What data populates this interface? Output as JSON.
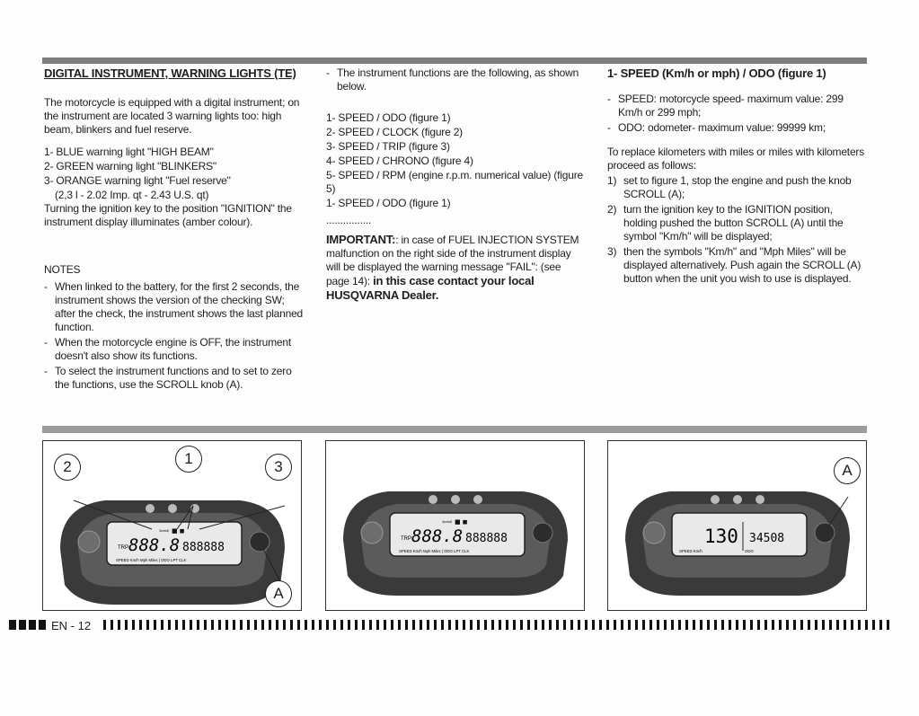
{
  "col1": {
    "heading": "DIGITAL INSTRUMENT, WARNING LIGHTS (TE)",
    "intro": "The motorcycle is equipped with a digital instrument; on the instrument are located 3 warning lights too: high beam, blinkers and fuel reserve.",
    "lights": [
      "1- BLUE warning light \"HIGH BEAM\"",
      "2- GREEN warning light \"BLINKERS\"",
      "3- ORANGE warning light \"Fuel reserve\""
    ],
    "fuel_qty": "(2,3 l - 2.02 Imp. qt - 2.43 U.S. qt)",
    "ignition": "Turning the ignition key to the position \"IGNITION\" the instrument display illuminates (amber colour).",
    "notes_title": "NOTES",
    "notes": [
      "When linked to the battery, for the first 2 seconds, the instrument shows the version of the checking SW; after the check, the instrument shows the last planned function.",
      "When the motorcycle engine is OFF, the instrument doesn't also show its functions.",
      "To select the instrument functions and to set to zero the functions, use the SCROLL knob (A)."
    ]
  },
  "col2": {
    "intro": "The instrument functions are the following, as shown below.",
    "functions": [
      "1- SPEED / ODO (figure 1)",
      "2- SPEED / CLOCK (figure 2)",
      "3- SPEED / TRIP (figure 3)",
      "4- SPEED / CHRONO (figure 4)",
      "5- SPEED / RPM (engine r.p.m. numerical value) (figure 5)",
      "1- SPEED / ODO (figure 1)"
    ],
    "dots": "................",
    "important_label": "IMPORTANT:",
    "important_text": ": in case of FUEL INJECTION SYSTEM malfunction on the right side of the instrument display will be displayed the warning message \"FAIL\": (see page 14):",
    "important_bold": "in this case contact your local HUSQVARNA Dealer."
  },
  "col3": {
    "heading": "1- SPEED (Km/h or mph) / ODO (figure 1)",
    "bullets": [
      "SPEED: motorcycle speed- maximum value: 299 Km/h or 299 mph;",
      "ODO: odometer- maximum value: 99999 km;"
    ],
    "replace": "To replace kilometers with miles or miles with kilometers proceed as follows:",
    "steps": [
      {
        "n": "1)",
        "text": "set to figure 1, stop the engine and push the knob SCROLL (A);"
      },
      {
        "n": "2)",
        "text": "turn the ignition key to the IGNITION position, holding pushed the button SCROLL (A) until the symbol \"Km/h\" will be displayed;"
      },
      {
        "n": "3)",
        "text": "then the symbols \"Km/h\" and \"Mph Miles\" will be displayed alternatively. Push again the SCROLL (A) button when the unit you wish to use is displayed."
      }
    ]
  },
  "figures": {
    "fig1": {
      "callouts": [
        "2",
        "1",
        "3",
        "A"
      ],
      "speed": "888.8",
      "odo": "888888",
      "trp": "TRP",
      "legend": "SPEED  Km/h  Mph  Miles | ODO    LPT  CLK"
    },
    "fig2": {
      "speed": "888.8",
      "odo": "888888",
      "trp": "TRP",
      "legend": "SPEED  Km/h  Mph  Miles | ODO    LPT  CLK"
    },
    "fig3": {
      "callouts": [
        "A"
      ],
      "speed": "130",
      "odo": "34508",
      "legend_speed": "SPEED  Km/h",
      "legend_odo": "ODO"
    }
  },
  "footer": {
    "page": "EN - 12"
  }
}
